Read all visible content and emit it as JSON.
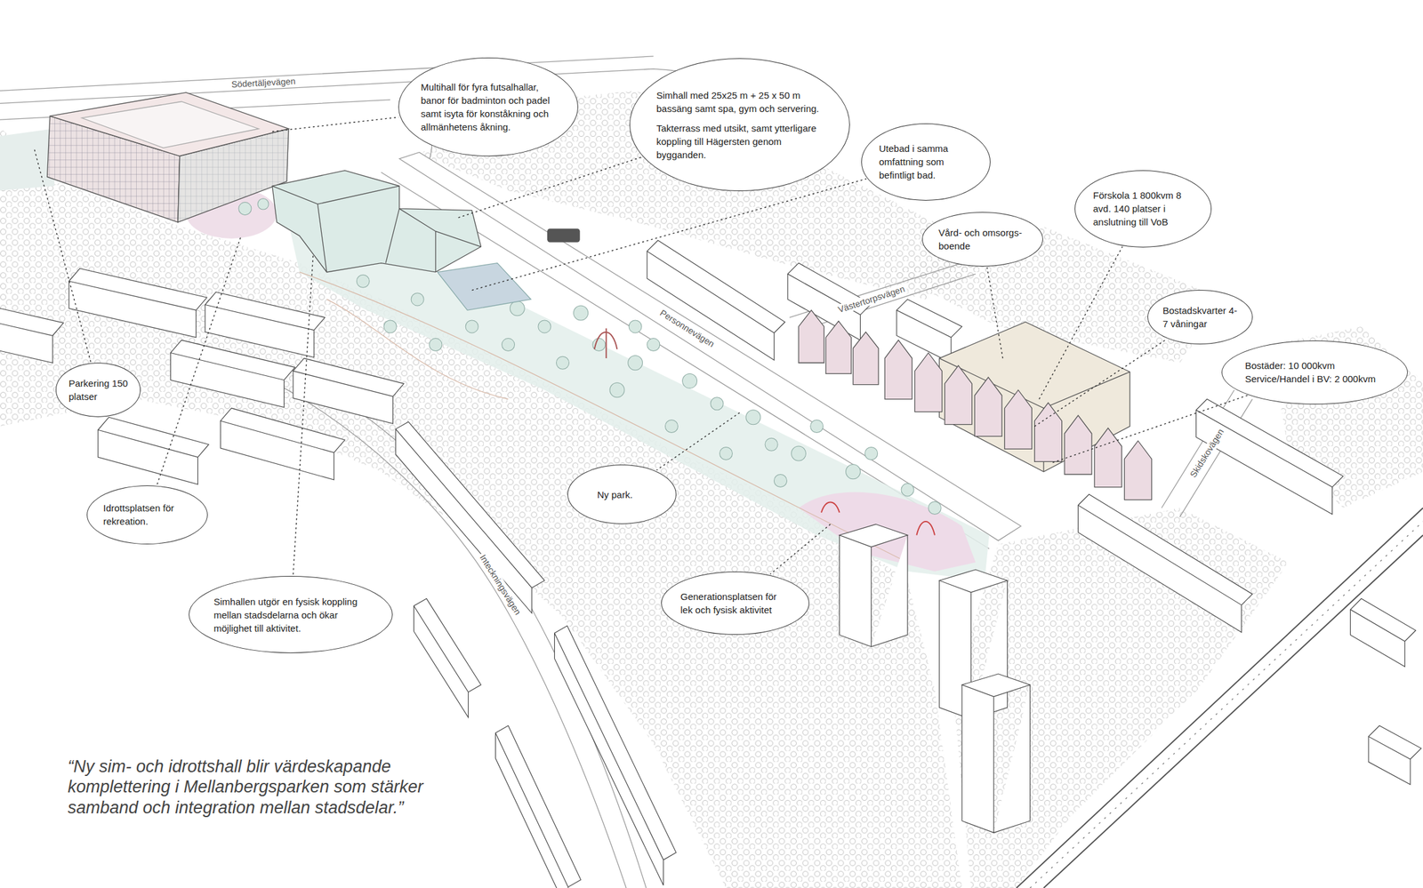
{
  "diagram": {
    "caption": "“Ny sim- och idrottshall blir värdeskapande komplettering i Mellanbergsparken som stärker samband och integration mellan stadsdelar.”",
    "nodes": [
      {
        "text": [
          "Multihall för fyra futsalhallar, banor för badminton och padel samt isyta för konståkning och allmänhetens åkning."
        ]
      },
      {
        "text": [
          "Simhall med 25x25 m + 25 x 50 m bassäng samt spa, gym och servering.",
          "Takterrass med utsikt, samt ytterligare koppling till Hägersten genom bygganden."
        ]
      },
      {
        "text": [
          "Utebad i samma omfattning som befintligt bad."
        ]
      },
      {
        "text": [
          "Förskola 1 800kvm 8 avd. 140 platser i anslutning till VoB"
        ]
      },
      {
        "text": [
          "Vård- och omsorgs- boende"
        ]
      },
      {
        "text": [
          "Bostadskvarter 4-7 våningar"
        ]
      },
      {
        "text": [
          "Bostäder: 10 000kvm Service/Handel i BV: 2 000kvm"
        ]
      },
      {
        "text": [
          "Parkering 150 platser"
        ]
      },
      {
        "text": [
          "Ny park."
        ]
      },
      {
        "text": [
          "Idrottsplatsen för rekreation."
        ]
      },
      {
        "text": [
          "Generationsplatsen för lek och fysisk aktivitet"
        ]
      },
      {
        "text": [
          "Simhallen utgör en fysisk koppling mellan stadsdelarna och ökar möjlighet till aktivitet."
        ]
      }
    ],
    "labels": [
      "Södertäljevägen",
      "Västertorpsvägen",
      "Personnevägen",
      "Skidskovägen",
      "Inteckningsvägen"
    ]
  }
}
